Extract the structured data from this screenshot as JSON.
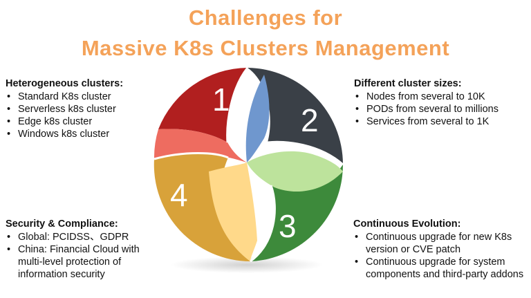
{
  "title": {
    "line1": "Challenges for",
    "line2": "Massive K8s Clusters Management"
  },
  "colors": {
    "title": "#F4A259",
    "seg1_outer": "#B11F1F",
    "seg1_inner": "#EE6C60",
    "seg2_outer": "#3A4047",
    "seg2_inner": "#6F97CE",
    "seg3_outer": "#3D8A3B",
    "seg3_inner": "#BDE39C",
    "seg4_outer": "#D8A23A",
    "seg4_inner": "#FFD98A"
  },
  "wheel": {
    "labels": [
      "1",
      "2",
      "3",
      "4"
    ]
  },
  "panels": {
    "heterogeneous": {
      "title": "Heterogeneous clusters:",
      "items": [
        "Standard K8s cluster",
        "Serverless k8s cluster",
        "Edge k8s cluster",
        "Windows k8s cluster"
      ]
    },
    "sizes": {
      "title": "Different  cluster sizes:",
      "items": [
        "Nodes from several to 10K",
        "PODs from several to millions",
        "Services from several to 1K"
      ]
    },
    "evolution": {
      "title": "Continuous Evolution:",
      "items": [
        "Continuous upgrade for new K8s version or CVE patch",
        "Continuous upgrade for system components and third-party addons"
      ]
    },
    "security": {
      "title": "Security & Compliance:",
      "items": [
        "Global: PCIDSS、GDPR",
        "China:  Financial Cloud with multi-level  protection of information security"
      ]
    }
  }
}
